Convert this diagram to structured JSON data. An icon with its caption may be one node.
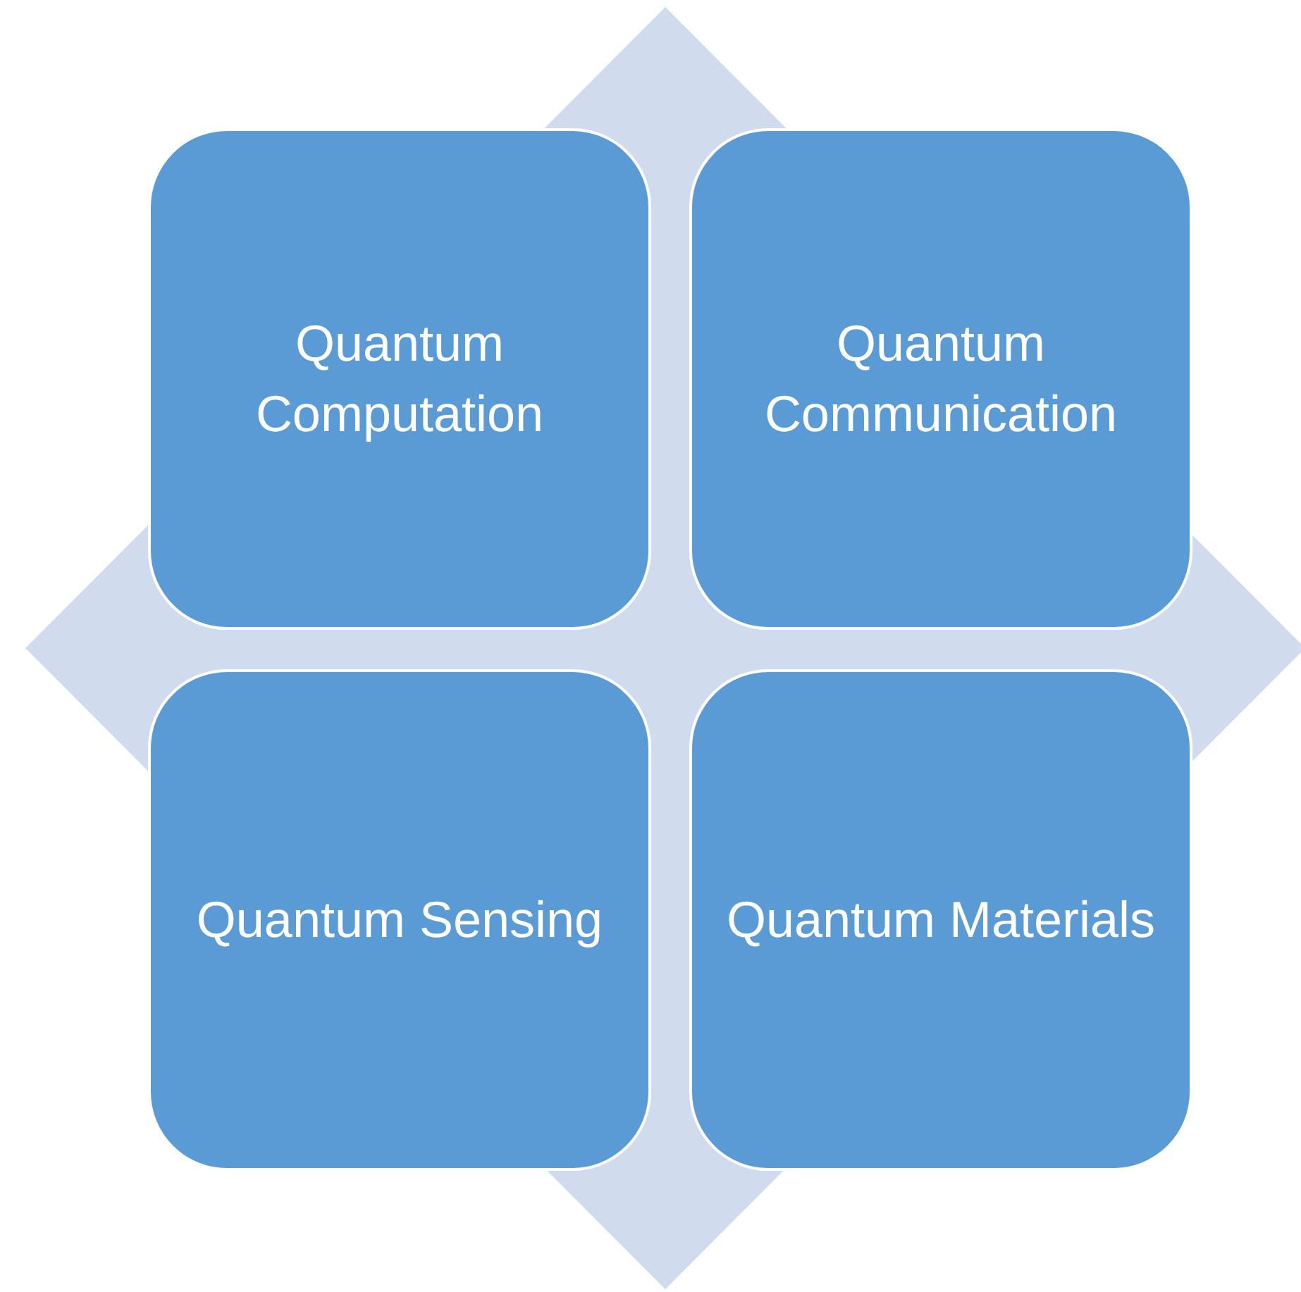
{
  "diagram": {
    "nodes": [
      {
        "text": [
          "Quantum Computation"
        ]
      },
      {
        "text": [
          "Quantum Communication"
        ]
      },
      {
        "text": [
          "Quantum Sensing"
        ]
      },
      {
        "text": [
          "Quantum Materials"
        ]
      }
    ]
  }
}
